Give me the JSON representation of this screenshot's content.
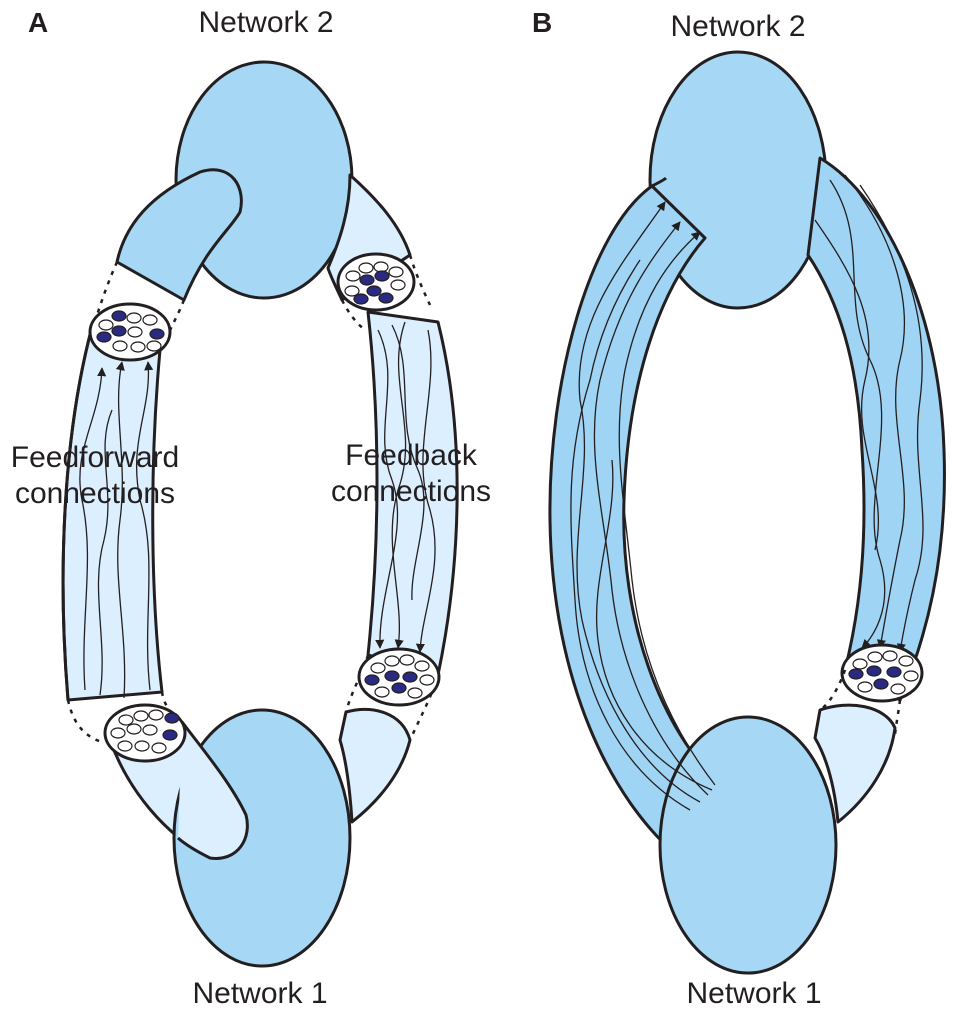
{
  "panels": {
    "a": {
      "letter": "A",
      "top_network": "Network 2",
      "bottom_network": "Network 1",
      "feedforward": {
        "line1": "Feedforward",
        "line2": "connections"
      },
      "feedback": {
        "line1": "Feedback",
        "line2": "connections"
      }
    },
    "b": {
      "letter": "B",
      "top_network": "Network 2",
      "bottom_network": "Network 1"
    }
  },
  "colors": {
    "network_fill": "#a6d8f5",
    "pathway_light": "#dcefff",
    "pathway_dark": "#9fd4f4",
    "neuron_active": "#2b2a82",
    "outline": "#231f20"
  }
}
